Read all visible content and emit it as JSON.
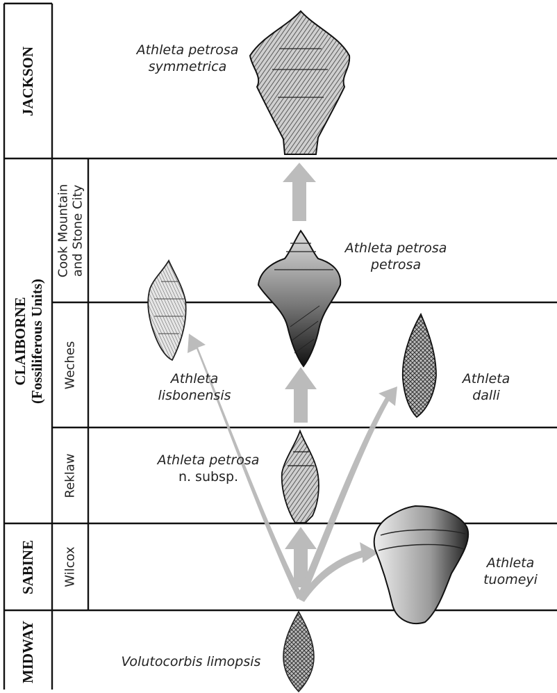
{
  "groups": {
    "jackson": "JACKSON",
    "claiborne": {
      "line1": "CLAIBORNE",
      "line2": "(Fossiliferous Units)"
    },
    "sabine": "SABINE",
    "midway": "MIDWAY"
  },
  "units": {
    "cook_mountain": {
      "line1": "Cook Mountain",
      "line2": "and Stone City"
    },
    "weches": "Weches",
    "reklaw": "Reklaw",
    "wilcox": "Wilcox"
  },
  "species": {
    "symmetrica": {
      "line1": "Athleta petrosa",
      "line2": "symmetrica"
    },
    "petrosa": {
      "line1": "Athleta petrosa",
      "line2": "petrosa"
    },
    "lisbonensis": {
      "line1": "Athleta",
      "line2": "lisbonensis"
    },
    "dalli": {
      "line1": "Athleta",
      "line2": "dalli"
    },
    "nsubsp": {
      "line1": "Athleta petrosa",
      "line2": "n. subsp."
    },
    "tuomeyi": {
      "line1": "Athleta",
      "line2": "tuomeyi"
    },
    "limopsis": {
      "line1": "Volutocorbis limopsis"
    }
  },
  "colors": {
    "line": "#111111",
    "arrow": "#b8b8b8",
    "shell_dark": "#2a2a2a",
    "shell_light": "#d9d9d9"
  }
}
